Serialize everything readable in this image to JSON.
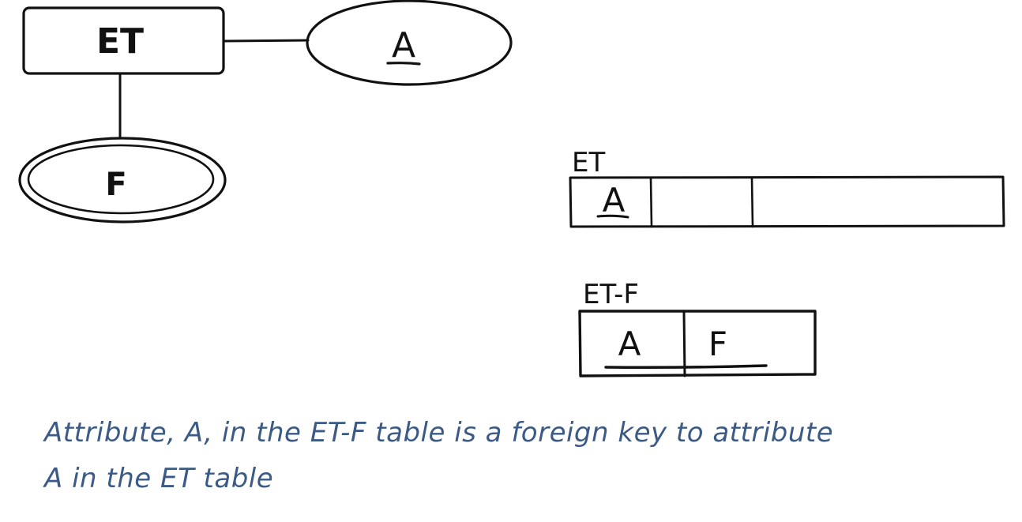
{
  "er_diagram": {
    "entity": {
      "label": "ET"
    },
    "key_attribute": {
      "label": "A"
    },
    "multivalued_attribute": {
      "label": "F"
    }
  },
  "tables": {
    "et": {
      "name": "ET",
      "columns": [
        "A",
        "",
        ""
      ]
    },
    "et_f": {
      "name": "ET-F",
      "columns": [
        "A",
        "F"
      ]
    }
  },
  "caption": {
    "line1": "Attribute, A, in the ET-F table is a foreign key to attribute",
    "line2": "A in the ET table"
  },
  "colors": {
    "ink": "#111111",
    "caption": "#3b5a85"
  }
}
